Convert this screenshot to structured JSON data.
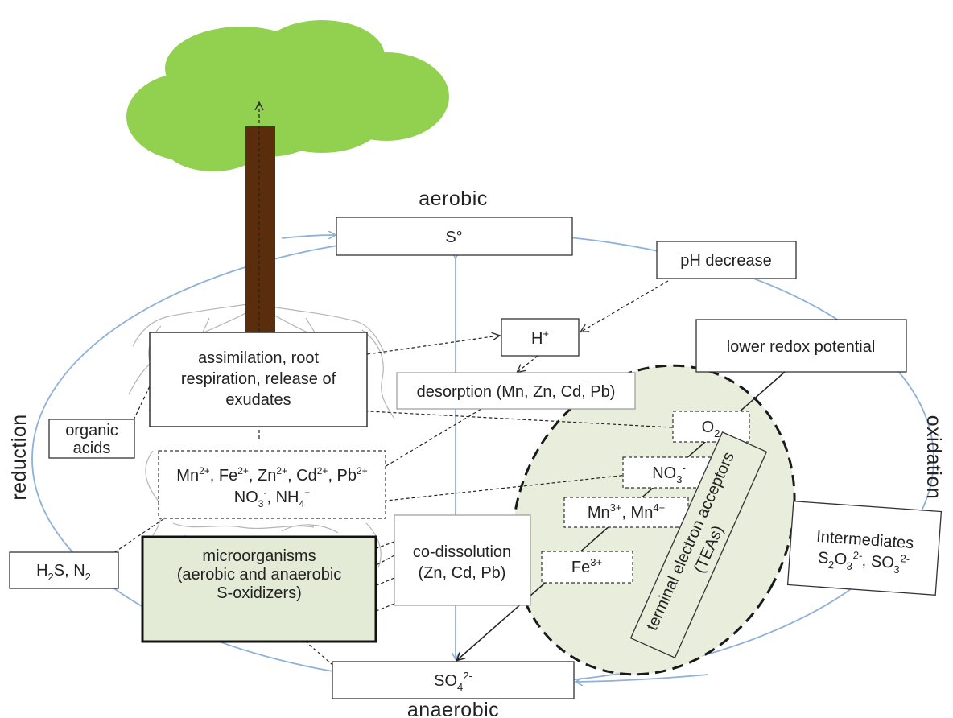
{
  "labels": {
    "aerobic": "aerobic",
    "anaerobic": "anaerobic",
    "reduction": "reduction",
    "oxidation": "oxidation"
  },
  "boxes": {
    "s0": "S°",
    "ph_decrease": "pH decrease",
    "h_plus": {
      "base": "H",
      "sup": "+"
    },
    "lower_redox": "lower redox potential",
    "assimilation": [
      "assimilation, root",
      "respiration, release of",
      "exudates"
    ],
    "desorption": "desorption (Mn, Zn, Cd, Pb)",
    "organic_acids": [
      "organic",
      "acids"
    ],
    "o2": {
      "base": "O",
      "sub": "2"
    },
    "no3": {
      "base": "NO",
      "sub": "3",
      "sup": "-"
    },
    "mn": {
      "a": "Mn",
      "a_sup": "3+",
      "sep": ", Mn",
      "b_sup": "4+"
    },
    "fe": {
      "base": "Fe",
      "sup": "3+"
    },
    "metal_ions": {
      "mn": "Mn",
      "mn_sup": "2+",
      "fe": ", Fe",
      "fe_sup": "2+",
      "zn": ", Zn",
      "zn_sup": "2+",
      "cd": ", Cd",
      "cd_sup": "2+",
      "pb": ", Pb",
      "pb_sup": "2+",
      "no3": "NO",
      "no3_sub": "3",
      "no3_sup": "-",
      "nh4": ", NH",
      "nh4_sub": "4",
      "nh4_sup": "+"
    },
    "h2s": {
      "h": "H",
      "h_sub": "2",
      "s": "S, N",
      "n_sub": "2"
    },
    "microorganisms": [
      "microorganisms",
      "(aerobic and anaerobic",
      "S-oxidizers)"
    ],
    "codissolution": [
      "co-dissolution",
      "(Zn, Cd, Pb)"
    ],
    "teas": [
      "terminal electron acceptors",
      "(TEAs)"
    ],
    "intermediates": {
      "title": "Intermediates",
      "s2o3": "S",
      "s2o3_sub1": "2",
      "s2o3_o": "O",
      "s2o3_sub2": "3",
      "s2o3_sup": "2-",
      "sep": ", SO",
      "so3_sub": "3",
      "so3_sup": "2-"
    },
    "so4": {
      "base": "SO",
      "sub": "4",
      "sup": "2-"
    }
  },
  "colors": {
    "cycle_line": "#8fb0d8",
    "tree_crown": "#92d050",
    "trunk": "#5a2d0c",
    "tea_fill": "#e8eedb",
    "micro_fill": "#e3ead6",
    "border": "#333333"
  }
}
